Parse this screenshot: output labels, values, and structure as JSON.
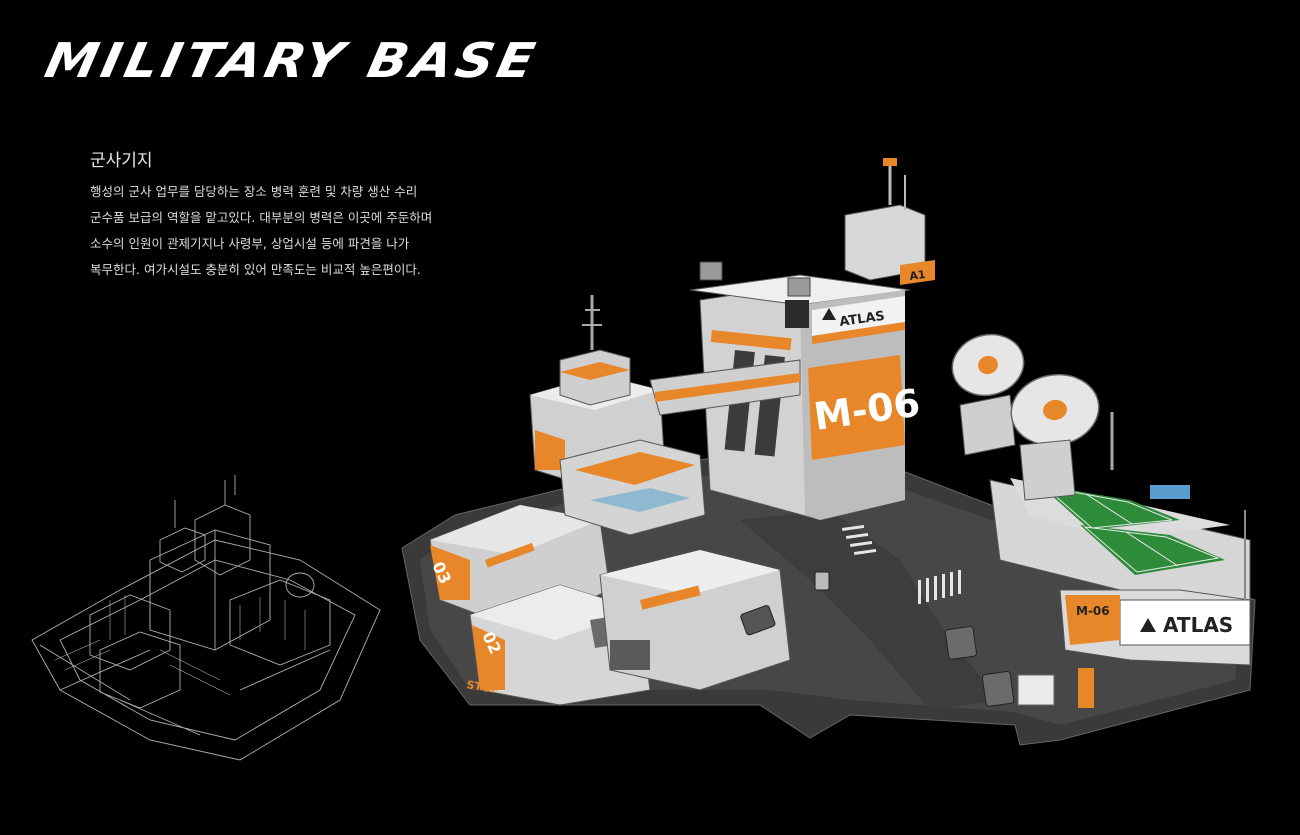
{
  "title": "MILITARY BASE",
  "subtitle": "군사기지",
  "description": [
    "행성의 군사 업무를 담당하는 장소 병력 훈련 및 차량 생산 수리",
    "군수품 보급의 역할을 맡고있다. 대부분의 병력은 이곳에 주둔하며",
    "소수의 인원이 관제기지나 사령부, 상업시설 등에 파견을 나가",
    "복무한다.  여가시설도 충분히 있어 만족도는 비교적 높은편이다."
  ],
  "signage": {
    "main_tower": "M-06",
    "tower_brand": "ATLAS",
    "tower_id": "A1",
    "side_building": "M-06",
    "side_brand": "ATLAS",
    "pad_03": "03",
    "pad_02": "02",
    "road_stop": "STOP"
  },
  "colors": {
    "background": "#000000",
    "accent": "#E8872A",
    "hull": "#D9D9D9",
    "ground": "#4A4A4A",
    "court": "#2E8B3A"
  }
}
